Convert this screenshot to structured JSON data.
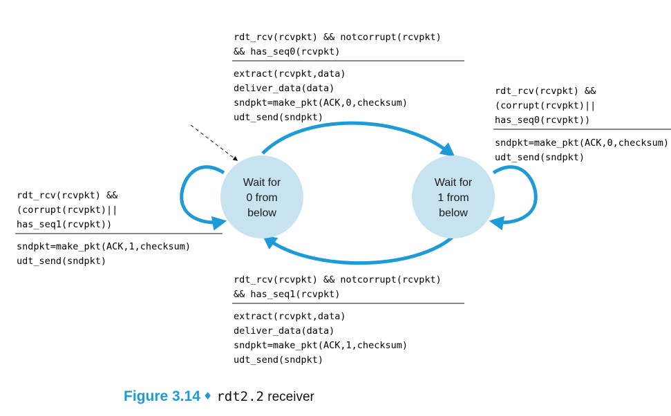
{
  "states": [
    {
      "id": "wait0",
      "lines": [
        "Wait for",
        "0 from",
        "below"
      ]
    },
    {
      "id": "wait1",
      "lines": [
        "Wait for",
        "1 from",
        "below"
      ]
    }
  ],
  "transitions": {
    "top": {
      "event": [
        "rdt_rcv(rcvpkt) && notcorrupt(rcvpkt)",
        "&& has_seq0(rcvpkt)"
      ],
      "actions": [
        "extract(rcvpkt,data)",
        "deliver_data(data)",
        "sndpkt=make_pkt(ACK,0,checksum)",
        "udt_send(sndpkt)"
      ]
    },
    "bottom": {
      "event": [
        "rdt_rcv(rcvpkt) && notcorrupt(rcvpkt)",
        "&& has_seq1(rcvpkt)"
      ],
      "actions": [
        "extract(rcvpkt,data)",
        "deliver_data(data)",
        "sndpkt=make_pkt(ACK,1,checksum)",
        "udt_send(sndpkt)"
      ]
    },
    "left_self": {
      "event": [
        "rdt_rcv(rcvpkt) &&",
        "(corrupt(rcvpkt)||",
        "has_seq1(rcvpkt))"
      ],
      "actions": [
        "sndpkt=make_pkt(ACK,1,checksum)",
        "udt_send(sndpkt)"
      ]
    },
    "right_self": {
      "event": [
        "rdt_rcv(rcvpkt) &&",
        "(corrupt(rcvpkt)||",
        "has_seq0(rcvpkt))"
      ],
      "actions": [
        "sndpkt=make_pkt(ACK,0,checksum)",
        "udt_send(sndpkt)"
      ]
    }
  },
  "caption": {
    "figure": "Figure 3.14",
    "separator": "♦",
    "protocol": "rdt2.2",
    "text": " receiver"
  },
  "colors": {
    "state_fill": "#c7e3f0",
    "arrow": "#1e9ad6",
    "caption_accent": "#1e9ad6"
  }
}
